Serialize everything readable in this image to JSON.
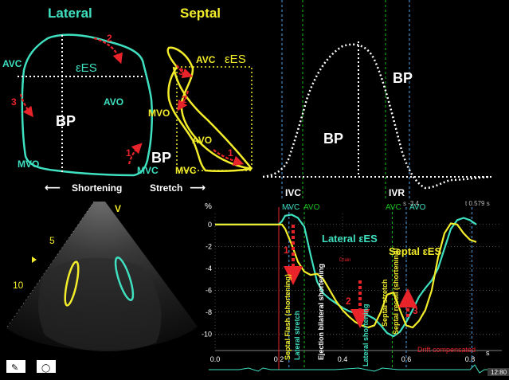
{
  "colors": {
    "lateral": "#3FE0C0",
    "septal": "#F2EC2A",
    "arrow": "#E8242A",
    "bp": "#FFFFFF",
    "avo_line": "#19C21E",
    "ivc_line": "#4FA7F2",
    "grid": "#7a7a7a"
  },
  "loops": {
    "lateral_title": "Lateral",
    "septal_title": "Septal",
    "lateral": {
      "avc": "AVC",
      "avo": "AVO",
      "mvo": "MVO",
      "mvc": "MVC",
      "eps": "εES",
      "bp": "BP",
      "arrow1": "1",
      "arrow2": "2",
      "arrow3": "3"
    },
    "septal": {
      "avc": "AVC",
      "eps": "εES",
      "mvo": "MVO",
      "avo": "AVO",
      "mvc": "MVC",
      "bp": "BP",
      "arrow1": "1",
      "arrow2": "2",
      "arrow3": "3"
    },
    "shortening_label": "Shortening",
    "stretch_label": "Stretch",
    "left_arrow": "⟵",
    "right_arrow": "⟶"
  },
  "pressure": {
    "bp_upper": "BP",
    "bp_lower": "BP",
    "ivc": "IVC",
    "ivr": "IVR"
  },
  "echo": {
    "v_marker": "V",
    "depth_5": "5",
    "depth_10": "10",
    "icon1": "✎",
    "icon2": "◯"
  },
  "strain": {
    "percent_label": "%",
    "mvc": "MVC",
    "avo_left": "AVO",
    "avc": "AVC",
    "avo_right": "AVO",
    "s_readout": "s -3.4",
    "t_readout": "t 0.579 s",
    "lateral_label": "Lateral εES",
    "septal_label": "Septal εES",
    "red_small": "Drain",
    "arrow1": "1",
    "arrow2": "2",
    "arrow3": "3",
    "septal_flash": "Septal Flash (shortening)",
    "lateral_stretch": "Lateral stretch",
    "ejection": "Ejection bilateral shortening",
    "lateral_shortening": "Lateral shortening",
    "septal_stretch": "Septal stretch",
    "septal_recoil": "Septal recoil (shortening)",
    "drift": "Drift compensated",
    "s_unit": "s",
    "clock": "12:80",
    "y_ticks": [
      "0",
      "-2",
      "-4",
      "-6",
      "-8",
      "-10"
    ],
    "x_ticks": [
      "0.0",
      "0.2",
      "0.4",
      "0.6",
      "0.8"
    ]
  },
  "chart_data": {
    "type": "line",
    "xlabel": "s",
    "ylabel": "%",
    "xlim": [
      0.0,
      0.9
    ],
    "ylim": [
      -11.5,
      1
    ],
    "series": [
      {
        "name": "Lateral εES",
        "x": [
          0.0,
          0.02,
          0.04,
          0.06,
          0.08,
          0.1,
          0.12,
          0.14,
          0.16,
          0.18,
          0.2,
          0.21,
          0.22,
          0.24,
          0.26,
          0.28,
          0.3,
          0.32,
          0.34,
          0.36,
          0.38,
          0.4,
          0.42,
          0.44,
          0.46,
          0.48,
          0.5,
          0.52,
          0.54,
          0.56,
          0.58,
          0.6,
          0.62,
          0.64,
          0.66,
          0.68,
          0.7,
          0.72,
          0.74,
          0.76,
          0.78,
          0.8,
          0.82
        ],
        "y": [
          0,
          0,
          0,
          0,
          0,
          0,
          0,
          0,
          0,
          0,
          0,
          0.3,
          0.8,
          0.9,
          0.6,
          -0.2,
          -2.8,
          -5.2,
          -6.3,
          -6.8,
          -7.2,
          -7.6,
          -7.9,
          -8.1,
          -8.2,
          -8.3,
          -8.6,
          -9.2,
          -9.9,
          -10.2,
          -9.8,
          -8.9,
          -7.8,
          -6.6,
          -5.8,
          -5.1,
          -4.0,
          -2.2,
          -0.4,
          0.4,
          0.6,
          0.4,
          0.0
        ]
      },
      {
        "name": "Septal εES",
        "x": [
          0.0,
          0.02,
          0.04,
          0.06,
          0.08,
          0.1,
          0.12,
          0.14,
          0.16,
          0.18,
          0.2,
          0.21,
          0.22,
          0.24,
          0.26,
          0.28,
          0.3,
          0.32,
          0.34,
          0.36,
          0.38,
          0.4,
          0.42,
          0.44,
          0.46,
          0.48,
          0.5,
          0.52,
          0.54,
          0.56,
          0.58,
          0.6,
          0.62,
          0.64,
          0.66,
          0.68,
          0.7,
          0.72,
          0.74,
          0.76,
          0.78,
          0.8,
          0.82
        ],
        "y": [
          0,
          0,
          0,
          0,
          0,
          0,
          0,
          0,
          0,
          0,
          0,
          0,
          -0.4,
          -1.8,
          -3.4,
          -4.3,
          -4.6,
          -4.5,
          -5.0,
          -6.0,
          -7.0,
          -7.8,
          -8.4,
          -8.9,
          -9.2,
          -9.4,
          -9.2,
          -8.0,
          -6.4,
          -6.2,
          -7.8,
          -9.2,
          -9.4,
          -8.8,
          -7.8,
          -6.0,
          -3.0,
          -0.8,
          0.1,
          0.0,
          -0.8,
          -1.4,
          -1.6
        ]
      }
    ]
  }
}
